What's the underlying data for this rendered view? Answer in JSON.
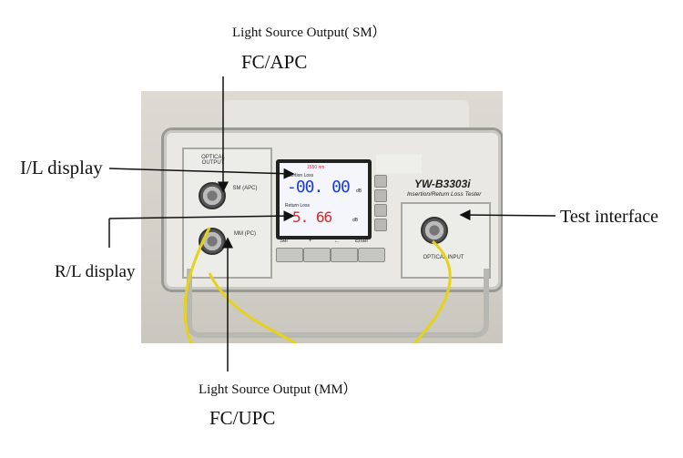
{
  "annotations": {
    "sm_output_title": "Light Source Output( SM）",
    "sm_connector": "FC/APC",
    "il_display": "I/L display",
    "rl_display": "R/L display",
    "test_interface": "Test interface",
    "mm_output_title": "Light Source Output (MM）",
    "mm_connector": "FC/UPC"
  },
  "device": {
    "model": "YW-B3303i",
    "subtitle": "Insertion/Return Loss Tester",
    "left_panel_label": "OPTICAL OUTPUT",
    "port_sm_label": "SM (APC)",
    "port_mm_label": "MM (PC)",
    "right_panel_label": "OPTICAL INPUT",
    "screen": {
      "wavelength": "1550 nm",
      "il_label": "Insertion Loss",
      "il_value": "-00. 00",
      "il_unit": "dB",
      "rl_label": "Return Loss",
      "rl_value": "5. 66",
      "rl_unit": "dB"
    },
    "keys": [
      "Sel",
      "+",
      "←",
      "Enter"
    ]
  },
  "colors": {
    "il_value": "#1b3bd6",
    "rl_value": "#d52929",
    "fiber": "#e6d21a"
  }
}
